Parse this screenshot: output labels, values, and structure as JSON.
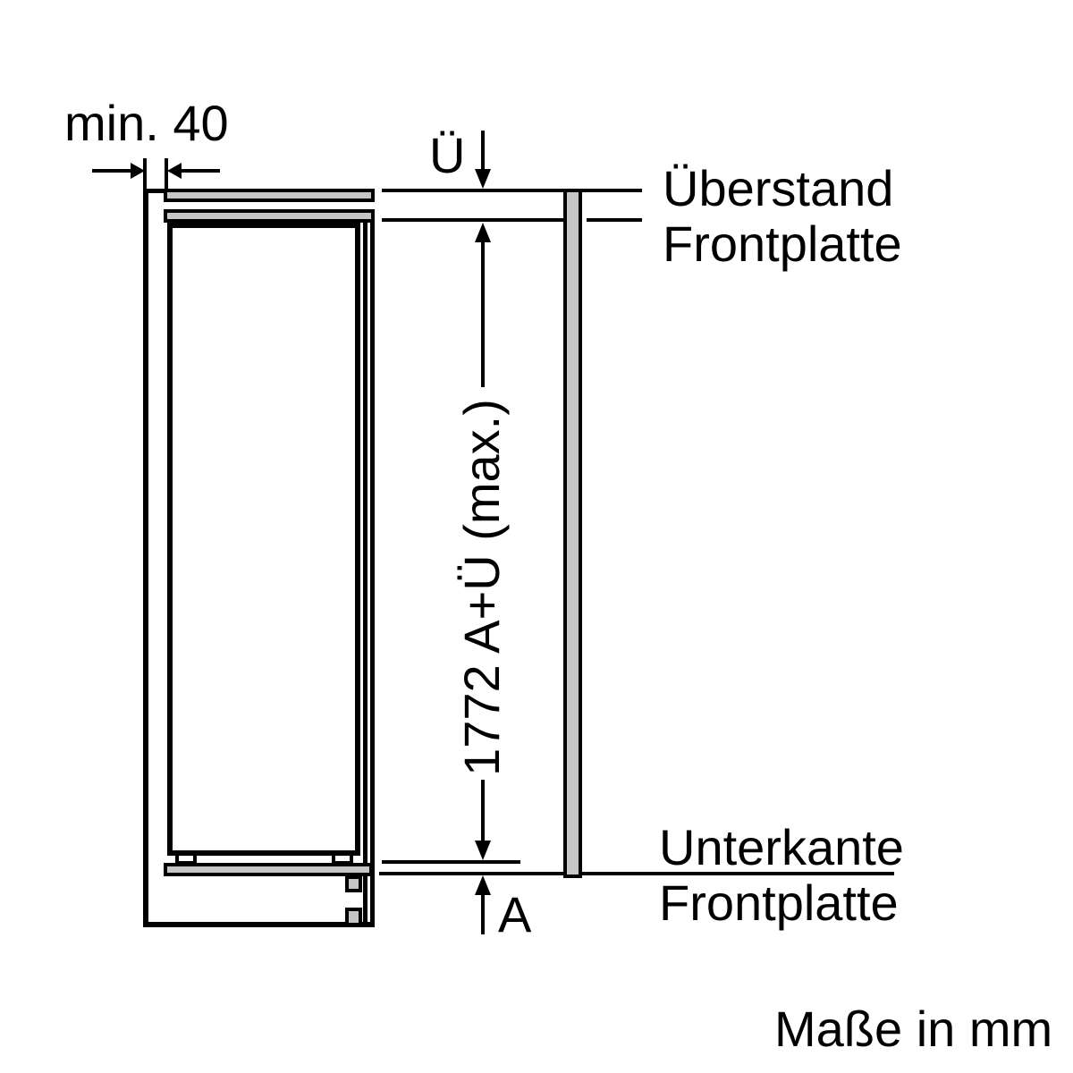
{
  "labels": {
    "min_gap": "min. 40",
    "overhang_symbol": "Ü",
    "height_dimension": "1772 A+Ü (max.)",
    "recess_symbol": "A",
    "overhang_caption_line1": "Überstand",
    "overhang_caption_line2": "Frontplatte",
    "bottom_caption_line1": "Unterkante",
    "bottom_caption_line2": "Frontplatte",
    "units_note": "Maße in mm"
  },
  "colors": {
    "line": "#000000",
    "panel_fill": "#c6c6c6",
    "background": "#ffffff"
  }
}
